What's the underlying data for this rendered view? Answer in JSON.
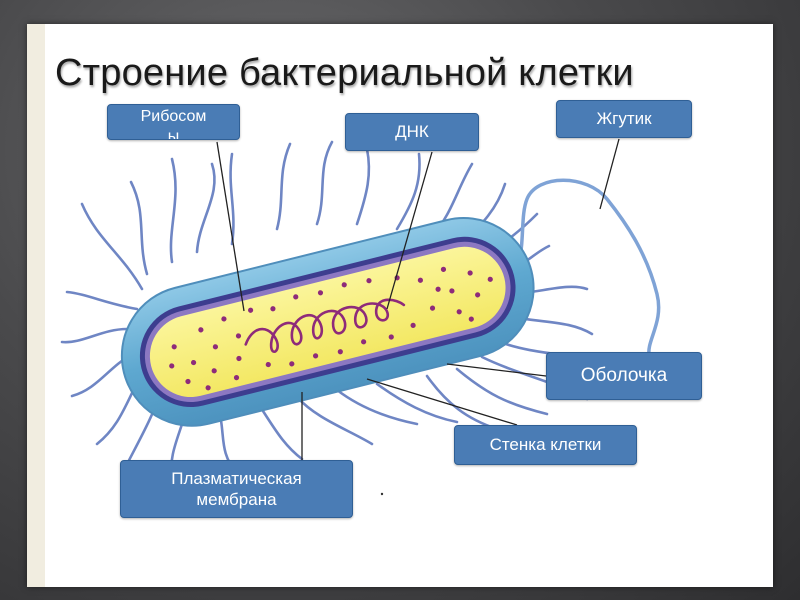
{
  "title": "Строение бактериальной клетки",
  "labels": {
    "ribosomes": "Рибосом\nы",
    "dna": "ДНК",
    "flagellum": "Жгутик",
    "capsule": "Оболочка",
    "cell_wall": "Стенка клетки",
    "plasma_membrane": "Плазматическая\nмембрана"
  },
  "colors": {
    "label_fill": "#4a7cb5",
    "capsule": "#6fb3d6",
    "cell_wall": "#3b3a8c",
    "cytoplasm": "#f7f07a",
    "ribosome_dots": "#8e2b7a",
    "dna": "#8e2b7a",
    "pili": "#6f86c4"
  },
  "icons": {
    "bacterium": "bacterial-cell-illustration"
  }
}
